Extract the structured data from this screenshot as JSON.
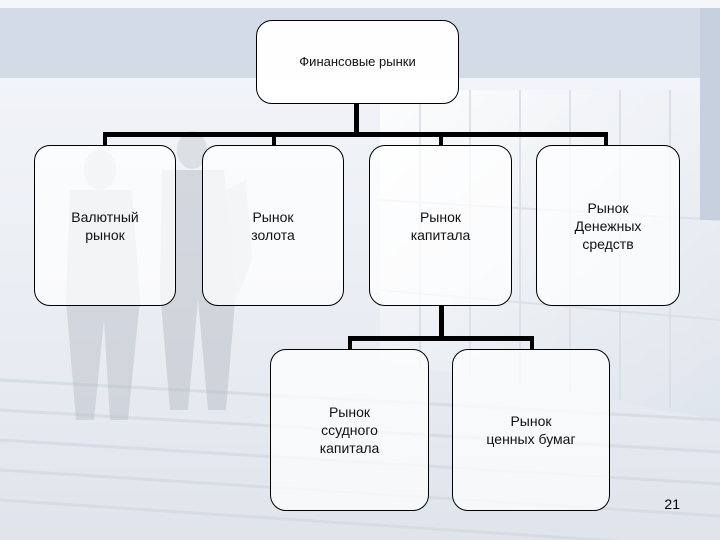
{
  "diagram": {
    "root": "Финансовые рынки",
    "level1": [
      "Валютный\nрынок",
      "Рынок\nзолота",
      "Рынок\nкапитала",
      "Рынок\nДенежных\nсредств"
    ],
    "level2": [
      "Рынок\nссудного\nкапитала",
      "Рынок\nценных бумаг"
    ]
  },
  "slide": {
    "page_number": "21"
  },
  "colors": {
    "band": "#d3dbe7",
    "stroke": "#000000"
  }
}
